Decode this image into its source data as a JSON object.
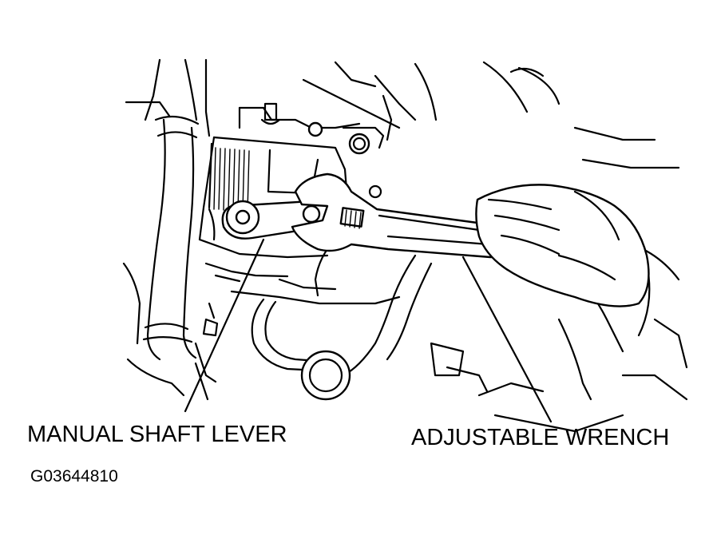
{
  "labels": {
    "manual_shaft_lever": "MANUAL SHAFT LEVER",
    "adjustable_wrench": "ADJUSTABLE WRENCH",
    "figure_code": "G03644810"
  },
  "colors": {
    "ink": "#000000",
    "paper": "#ffffff"
  }
}
